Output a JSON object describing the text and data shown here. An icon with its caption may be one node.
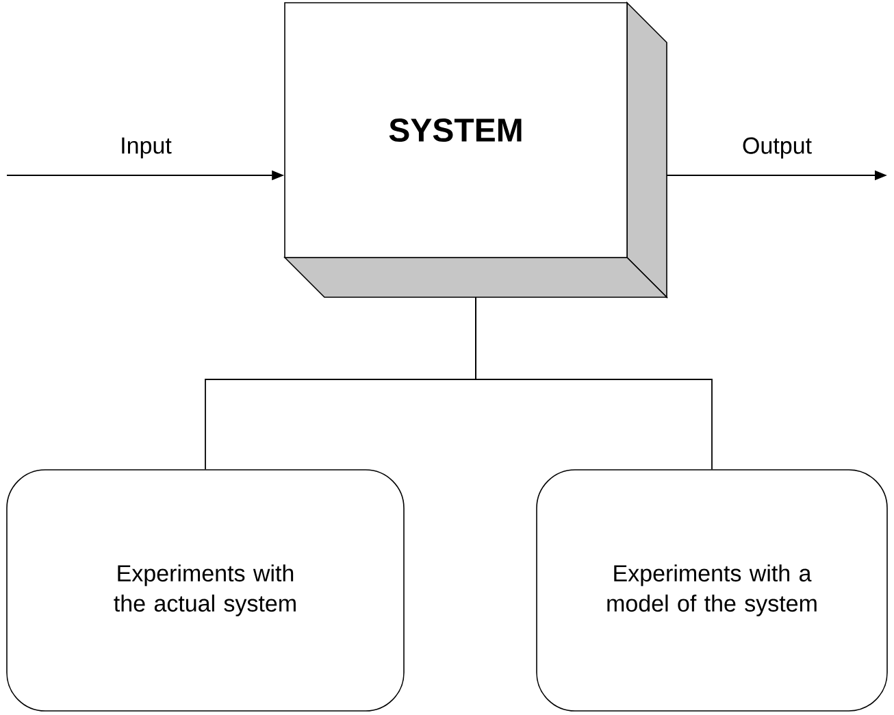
{
  "diagram": {
    "nodes": [
      {
        "text": [
          "SYSTEM"
        ]
      },
      {
        "text": [
          "Experiments with the actual system"
        ]
      },
      {
        "text": [
          "Experiments with a model of the system"
        ]
      }
    ],
    "edges": [
      {
        "from": null,
        "to": 0,
        "arrow": "to",
        "label": "Input"
      },
      {
        "from": 0,
        "to": null,
        "arrow": "to",
        "label": "Output"
      },
      {
        "from": 0,
        "to": 1,
        "arrow": "none"
      },
      {
        "from": 0,
        "to": 2,
        "arrow": "none"
      }
    ]
  }
}
